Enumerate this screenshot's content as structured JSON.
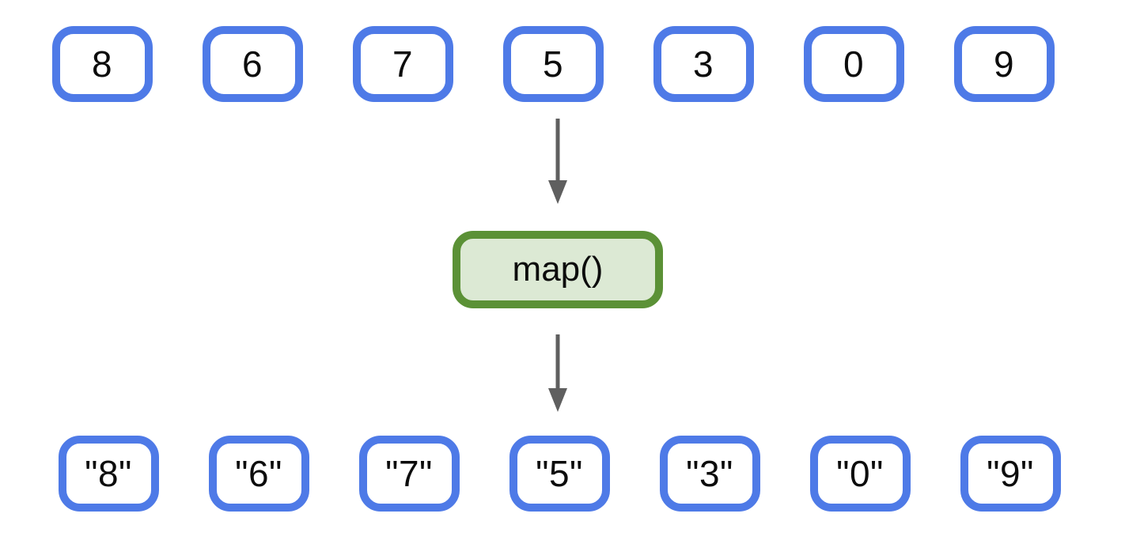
{
  "colors": {
    "background": "#ffffff",
    "box_border_blue": "#4E7AE7",
    "function_border_green": "#5B9136",
    "function_fill_green": "#DCE9D4",
    "arrow_gray": "#5F5F5F",
    "text_black": "#0c0c0c"
  },
  "input_row": {
    "items": [
      "8",
      "6",
      "7",
      "5",
      "3",
      "0",
      "9"
    ]
  },
  "function_box": {
    "label": "map()"
  },
  "output_row": {
    "items": [
      "\"8\"",
      "\"6\"",
      "\"7\"",
      "\"5\"",
      "\"3\"",
      "\"0\"",
      "\"9\""
    ]
  }
}
